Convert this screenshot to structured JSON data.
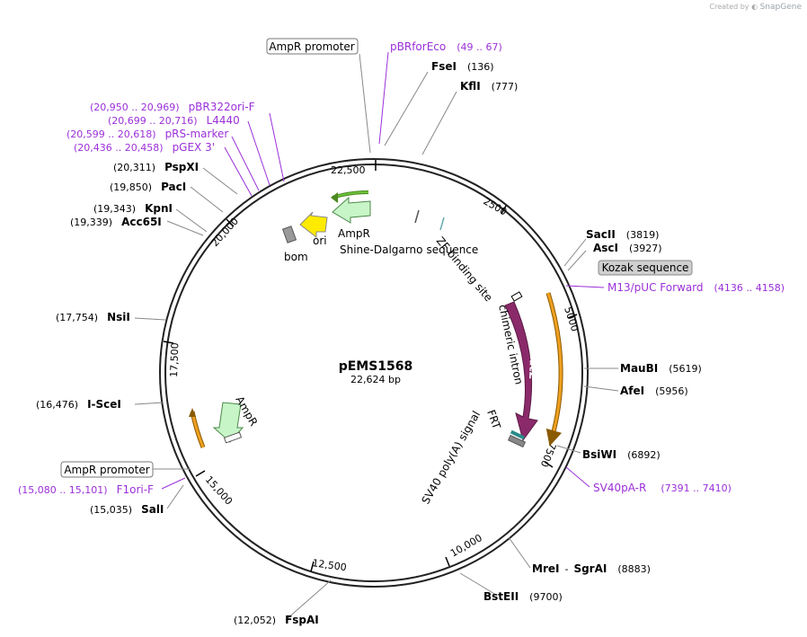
{
  "credit": {
    "prefix": "Created by",
    "brand": "SnapGene"
  },
  "plasmid": {
    "name": "pEMS1568",
    "length": "22,624 bp"
  },
  "ticks": [
    "2500",
    "5000",
    "7500",
    "10,000",
    "12,500",
    "15,000",
    "17,500",
    "20,000",
    "22,500"
  ],
  "enzymes": [
    {
      "name": "FseI",
      "pos": "(136)"
    },
    {
      "name": "KflI",
      "pos": "(777)"
    },
    {
      "name": "SacII",
      "pos": "(3819)"
    },
    {
      "name": "AscI",
      "pos": "(3927)"
    },
    {
      "name": "MauBI",
      "pos": "(5619)"
    },
    {
      "name": "AfeI",
      "pos": "(5956)"
    },
    {
      "name": "BsiWI",
      "pos": "(6892)"
    },
    {
      "name": "MreI",
      "sep": "-",
      "name2": "SgrAI",
      "pos": "(8883)"
    },
    {
      "name": "BstEII",
      "pos": "(9700)"
    },
    {
      "name": "FspAI",
      "pos": "(12,052)"
    },
    {
      "name": "SalI",
      "pos": "(15,035)"
    },
    {
      "name": "I-SceI",
      "pos": "(16,476)"
    },
    {
      "name": "NsiI",
      "pos": "(17,754)"
    },
    {
      "name": "Acc65I",
      "pos": "(19,339)"
    },
    {
      "name": "KpnI",
      "pos": "(19,343)"
    },
    {
      "name": "PacI",
      "pos": "(19,850)"
    },
    {
      "name": "PspXI",
      "pos": "(20,311)"
    }
  ],
  "primers": [
    {
      "name": "pBRforEco",
      "pos": "(49 .. 67)"
    },
    {
      "name": "M13/pUC Forward",
      "pos": "(4136 .. 4158)"
    },
    {
      "name": "SV40pA-R",
      "pos": "(7391 .. 7410)"
    },
    {
      "name": "F1ori-F",
      "pos": "(15,080 .. 15,101)"
    },
    {
      "name": "pBR322ori-F",
      "pos": "(20,950 .. 20,969)"
    },
    {
      "name": "L4440",
      "pos": "(20,699 .. 20,716)"
    },
    {
      "name": "pRS-marker",
      "pos": "(20,599 .. 20,618)"
    },
    {
      "name": "pGEX 3'",
      "pos": "(20,436 .. 20,458)"
    }
  ],
  "boxed_labels": [
    "AmpR promoter",
    "Kozak sequence",
    "AmpR promoter"
  ],
  "features": {
    "zf": "ZF binding site",
    "sd": "Shine-Dalgarno sequence",
    "intron": "chimeric intron",
    "lacz": "lacZ",
    "frt": "FRT",
    "sv40": "SV40 poly(A) signal",
    "ampr_top": "AmpR",
    "ori": "ori",
    "bom": "bom",
    "ampr_left": "AmpR"
  },
  "colors": {
    "primer": "#9b30d9",
    "lacz": "#8b2a6a",
    "ampr": "#c8f5c8",
    "ori": "#ffeb00",
    "orange_orf": "#f0a020",
    "green_orf": "#6fc23a"
  }
}
